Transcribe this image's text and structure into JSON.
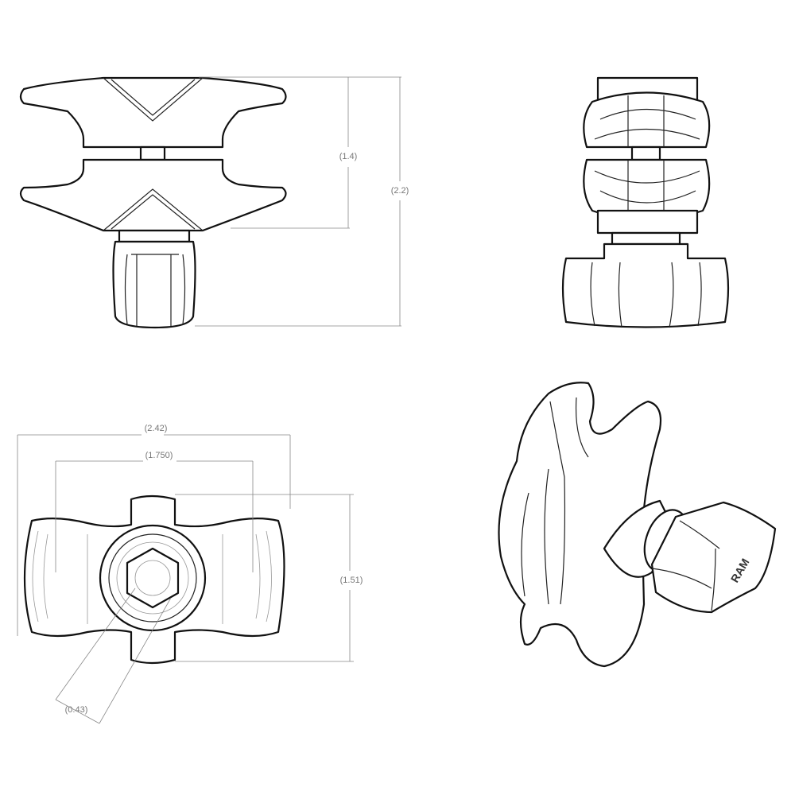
{
  "views": {
    "front": {
      "dim_height_inner": "(1.4)",
      "dim_height_total": "(2.2)"
    },
    "side": {},
    "top": {
      "dim_length": "(2.42)",
      "dim_span": "(1.750)",
      "dim_width": "(1.51)",
      "dim_hex": "(0.43)"
    },
    "isometric": {
      "logo_text": "RAM"
    }
  },
  "colors": {
    "outline": "#111111",
    "dimension": "#888888"
  }
}
